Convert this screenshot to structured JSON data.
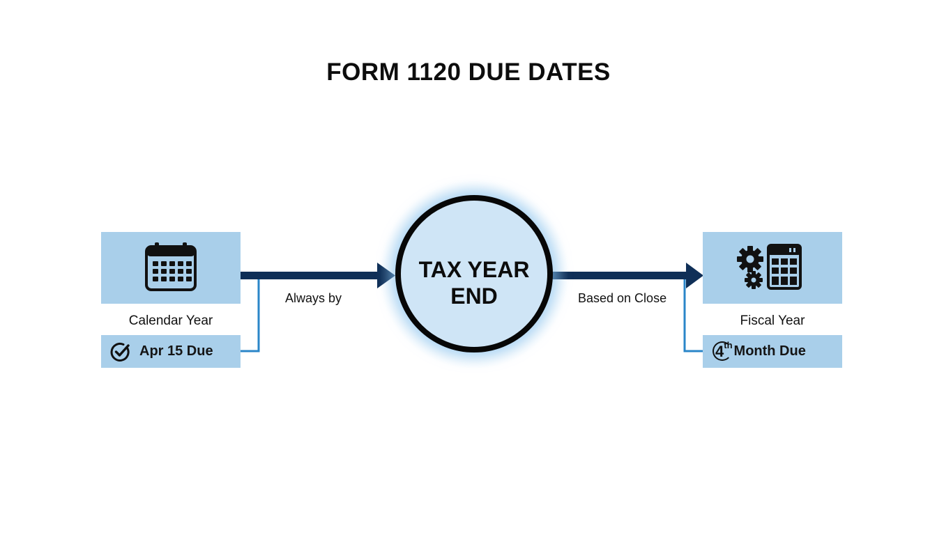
{
  "title": "FORM 1120 DUE DATES",
  "hub": {
    "line1": "TAX YEAR",
    "line2": "END"
  },
  "left": {
    "label": "Calendar Year",
    "due": "Apr 15 Due",
    "edge_label": "Always by",
    "icon": "calendar-icon",
    "badge_icon": "check-circle-icon"
  },
  "right": {
    "label": "Fiscal Year",
    "due_number": "4",
    "due_suffix": "th",
    "due_text": "Month Due",
    "edge_label": "Based on Close",
    "icon": "gears-calculator-icon"
  },
  "colors": {
    "box_fill": "#a9cfea",
    "arrow": "#0f2f57",
    "connector": "#2a86c8",
    "hub_fill": "#cfe5f6",
    "hub_border": "#070707"
  }
}
